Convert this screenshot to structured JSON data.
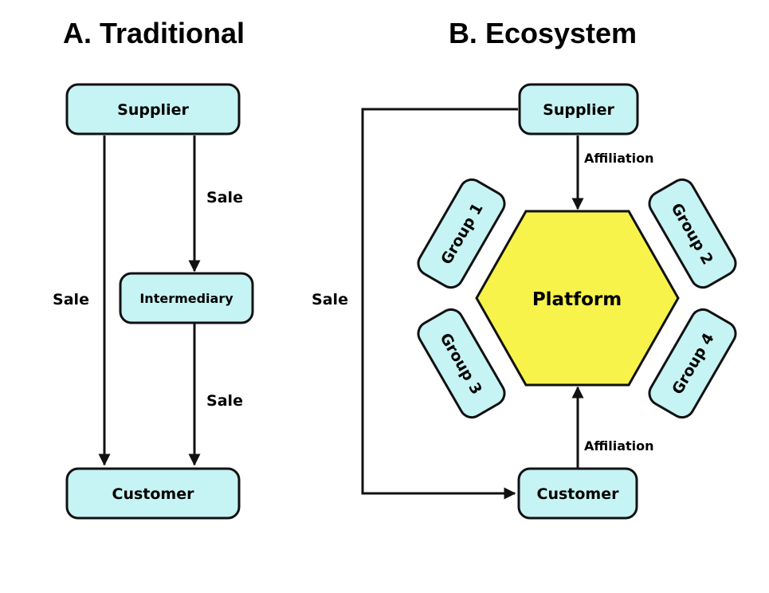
{
  "panel_a": {
    "title": "A. Traditional",
    "supplier": "Supplier",
    "intermediary": "Intermediary",
    "customer": "Customer",
    "edge_direct": "Sale",
    "edge_to_intermediary": "Sale",
    "edge_from_intermediary": "Sale"
  },
  "panel_b": {
    "title": "B. Ecosystem",
    "supplier": "Supplier",
    "customer": "Customer",
    "platform": "Platform",
    "edge_sale": "Sale",
    "edge_affiliation_top": "Affiliation",
    "edge_affiliation_bottom": "Affiliation",
    "groups": [
      "Group 1",
      "Group 2",
      "Group 3",
      "Group 4"
    ]
  },
  "colors": {
    "box_fill": "#c6f3f3",
    "platform_fill": "#f7f34a",
    "stroke": "#111111"
  }
}
